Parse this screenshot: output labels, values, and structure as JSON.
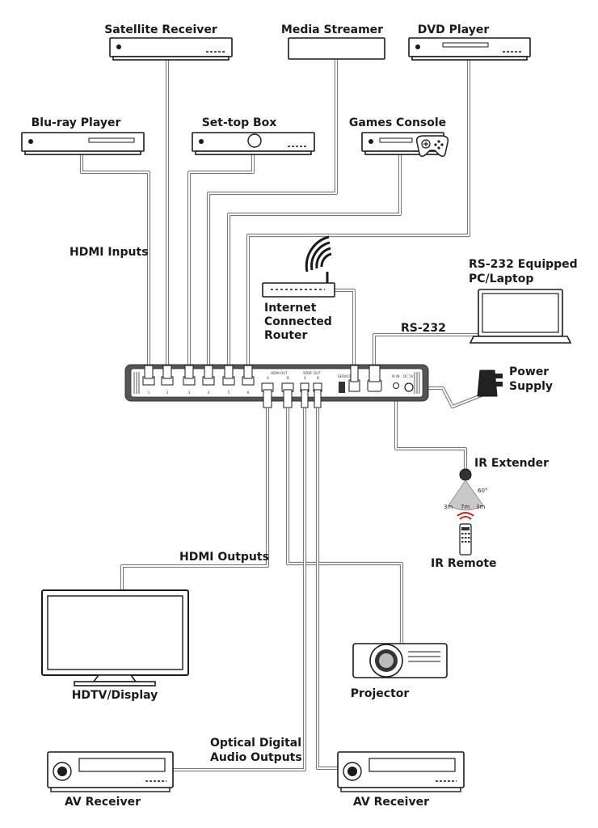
{
  "labels": {
    "satellite": "Satellite Receiver",
    "media_streamer": "Media Streamer",
    "dvd": "DVD Player",
    "bluray": "Blu-ray Player",
    "settop": "Set-top Box",
    "games": "Games Console",
    "hdmi_inputs": "HDMI Inputs",
    "router_1": "Internet",
    "router_2": "Connected",
    "router_3": "Router",
    "pc_1": "RS-232 Equipped",
    "pc_2": "PC/Laptop",
    "rs232": "RS-232",
    "power_1": "Power",
    "power_2": "Supply",
    "ir_extender": "IR Extender",
    "ir_remote": "IR Remote",
    "hdmi_outputs": "HDMI Outputs",
    "hdtv": "HDTV/Display",
    "projector": "Projector",
    "optical_1": "Optical Digital",
    "optical_2": "Audio Outputs",
    "av_left": "AV Receiver",
    "av_right": "AV Receiver"
  },
  "ir_range": {
    "angle": "60°",
    "left": "3m",
    "center": "7m",
    "right": "3m"
  },
  "panel": {
    "hdmi_out": "HDMI OUT",
    "spdif_out": "SPDIF OUT",
    "service": "SERVICE",
    "ir_in": "IR IN",
    "dc": "DC 5V",
    "out_a": "A",
    "out_b": "B",
    "spdif_a": "A",
    "spdif_b": "B",
    "in_labels": [
      "1",
      "2",
      "3",
      "4",
      "5",
      "6"
    ]
  },
  "icons": {
    "wifi": "wifi-signal-icon",
    "gamepad": "gamepad-icon",
    "remote": "ir-remote-icon"
  }
}
